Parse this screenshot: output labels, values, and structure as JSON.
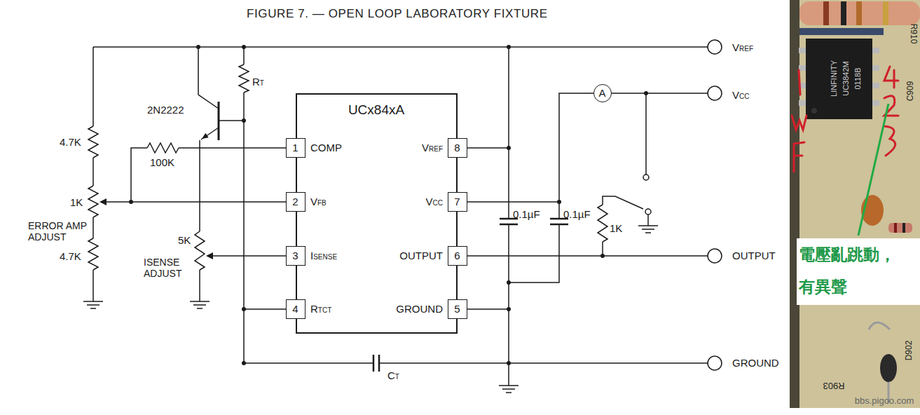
{
  "diagram": {
    "title": "FIGURE 7. — OPEN LOOP LABORATORY FIXTURE",
    "nodes": [
      {
        "text": [
          "UCx84xA",
          "COMP",
          "VFB",
          "ISENSE",
          "RTCT",
          "VREF",
          "VCC",
          "OUTPUT",
          "GROUND"
        ]
      },
      {
        "text": [
          "1"
        ],
        "in": 0
      },
      {
        "text": [
          "2"
        ],
        "in": 0
      },
      {
        "text": [
          "3"
        ],
        "in": 0
      },
      {
        "text": [
          "4"
        ],
        "in": 0
      },
      {
        "text": [
          "8"
        ],
        "in": 0
      },
      {
        "text": [
          "7"
        ],
        "in": 0
      },
      {
        "text": [
          "6"
        ],
        "in": 0
      },
      {
        "text": [
          "5"
        ],
        "in": 0
      },
      {
        "text": [
          "A"
        ]
      },
      {
        "text": [
          "電壓亂跳動，有異聲"
        ]
      }
    ],
    "edges": [
      {
        "from": 6,
        "to": 9,
        "arrow": "none"
      }
    ],
    "labels": [
      "2N2222",
      "RT",
      "4.7K",
      "1K",
      "100K",
      "ERROR AMP ADJUST",
      "5K",
      "4.7K",
      "ISENSE ADJUST",
      "0.1µF",
      "0.1µF",
      "1K",
      "CT",
      "VREF",
      "VCC",
      "OUTPUT",
      "GROUND",
      "R910",
      "LINFINITY",
      "UC3842M",
      "0118B",
      "C909",
      "R903",
      "D902",
      "bbs.pigoo.com"
    ]
  }
}
